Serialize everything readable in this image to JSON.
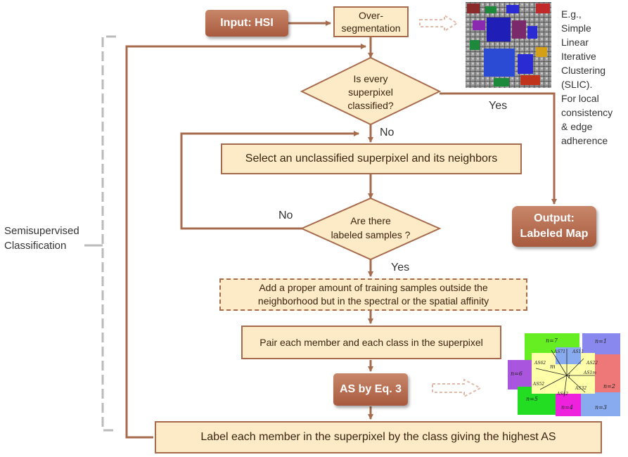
{
  "input": "Input: HSI",
  "overseg": [
    "Over-",
    "segmentation"
  ],
  "decision1": [
    "Is every",
    "superpixel",
    "classified?"
  ],
  "yes1": "Yes",
  "no1": "No",
  "select": "Select an unclassified superpixel and its neighbors",
  "decision2": [
    "Are there",
    "labeled samples ?"
  ],
  "no2": "No",
  "yes2": "Yes",
  "add": [
    "Add a proper amount of training samples outside the",
    "neighborhood but in the spectral or the spatial affinity"
  ],
  "pair": "Pair each member and each class in the superpixel",
  "as_eq": "AS by Eq. 3",
  "label_each": "Label each member in the superpixel by the class giving the highest AS",
  "output": [
    "Output:",
    "Labeled Map"
  ],
  "example_note": [
    "E.g.,",
    "Simple",
    "Linear",
    "Iterative",
    "Clustering",
    "(SLIC).",
    "For local",
    "consistency",
    "& edge",
    "adherence"
  ],
  "bracket_label": [
    "Semisupervised",
    "Classification"
  ],
  "inset": {
    "regions": [
      "n=7",
      "n=1",
      "n=6",
      "n=2",
      "n=5",
      "n=4",
      "n=3"
    ],
    "as_labels": [
      "AS71",
      "AS11",
      "AS62",
      "AS52",
      "AS42",
      "AS32",
      "AS1m",
      "AS22"
    ],
    "center": "i",
    "member": "m"
  },
  "colors": {
    "accent_brown": "#a66b4c",
    "box_fill": "#fdebc8",
    "button_fill": "#b86a4d"
  }
}
